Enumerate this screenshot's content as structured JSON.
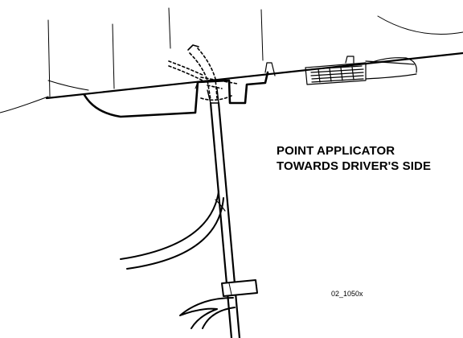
{
  "callout": {
    "line1": "POINT APPLICATOR",
    "line2": "TOWARDS DRIVER'S SIDE"
  },
  "figure_id": "02_1050x",
  "colors": {
    "ink": "#000000",
    "paper": "#ffffff"
  }
}
